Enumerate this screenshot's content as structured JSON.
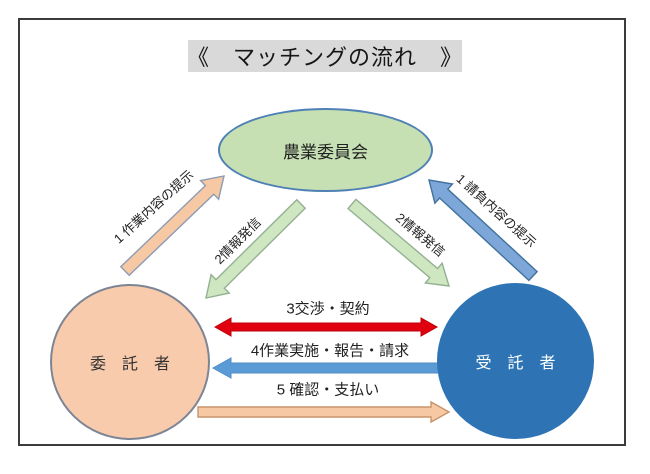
{
  "title": "《　マッチングの流れ　》",
  "nodes": {
    "committee": {
      "label": "農業委員会"
    },
    "consignor": {
      "label": "委　託　者"
    },
    "contractor": {
      "label": "受　託　者"
    }
  },
  "flows": {
    "offer_work": {
      "label": "1 作業内容の提示",
      "direction": "up-right, consignor to committee"
    },
    "offer_contract": {
      "label": "1 請負内容の提示",
      "direction": "up-left, contractor to committee"
    },
    "info_to_consignor": {
      "label": "2情報発信",
      "direction": "down-left, committee to consignor"
    },
    "info_to_contractor": {
      "label": "2情報発信",
      "direction": "down-right, committee to contractor"
    },
    "negotiation": {
      "label": "3交渉・契約",
      "direction": "double-headed, consignor and contractor"
    },
    "execution": {
      "label": "4作業実施・報告・請求",
      "direction": "left, contractor to consignor"
    },
    "payment": {
      "label": "5 確認・支払い",
      "direction": "right, consignor to contractor"
    }
  },
  "colors": {
    "title_bg": "#d9d9d9",
    "committee_fill": "#c6e0b4",
    "committee_border": "#4f81b4",
    "consignor_fill": "#f8cbad",
    "contractor_fill": "#2e74b5",
    "arrow_peach": "#f6c9a4",
    "arrow_green": "#cfe7c0",
    "arrow_blue_diag": "#7da7d8",
    "arrow_blue_horiz": "#5b9bd5",
    "arrow_red": "#e0000f"
  }
}
